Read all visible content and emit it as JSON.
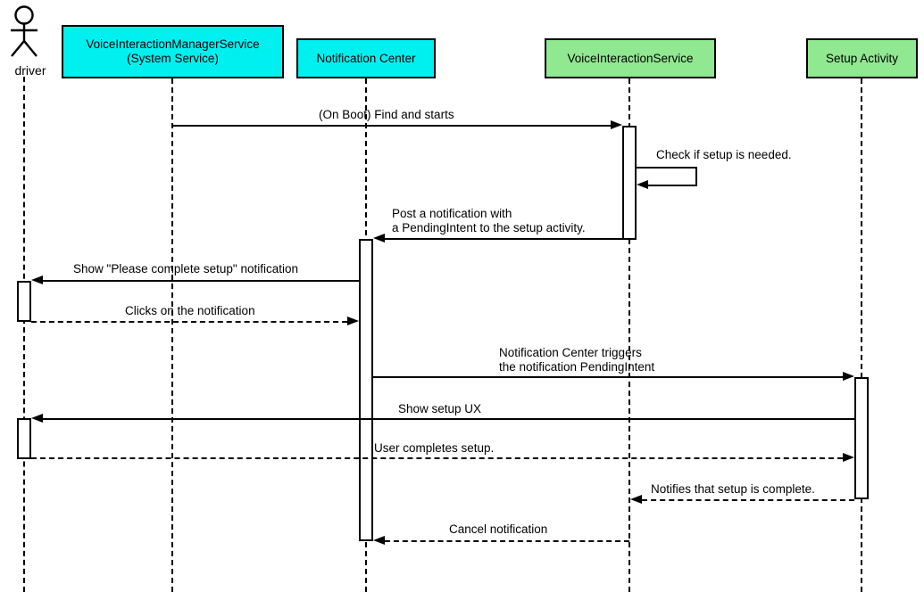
{
  "diagram": {
    "type": "uml-sequence-diagram",
    "colors": {
      "system_service_fill": "#00F0F0",
      "app_fill": "#90E890",
      "stroke": "#000000",
      "background": "#FFFFFF"
    },
    "participants": [
      {
        "id": "driver",
        "kind": "actor",
        "name": "driver"
      },
      {
        "id": "vims",
        "kind": "system-service",
        "name": "VoiceInteractionManagerService\n(System Service)"
      },
      {
        "id": "notification-center",
        "kind": "system-service",
        "name": "Notification Center"
      },
      {
        "id": "vis",
        "kind": "app-component",
        "name": "VoiceInteractionService"
      },
      {
        "id": "setup-activity",
        "kind": "app-component",
        "name": "Setup Activity"
      }
    ],
    "messages": [
      {
        "n": 1,
        "from": "vims",
        "to": "vis",
        "line": "solid",
        "label": "(On Boot) Find and starts"
      },
      {
        "n": 2,
        "from": "vis",
        "to": "vis",
        "line": "solid",
        "label": "Check if setup is needed."
      },
      {
        "n": 3,
        "from": "vis",
        "to": "notification-center",
        "line": "solid",
        "label": "Post a notification with\na PendingIntent to the setup activity."
      },
      {
        "n": 4,
        "from": "notification-center",
        "to": "driver",
        "line": "solid",
        "label": "Show \"Please complete setup\" notification"
      },
      {
        "n": 5,
        "from": "driver",
        "to": "notification-center",
        "line": "dashed",
        "label": "Clicks on the notification"
      },
      {
        "n": 6,
        "from": "notification-center",
        "to": "setup-activity",
        "line": "solid",
        "label": "Notification Center triggers\nthe notification PendingIntent"
      },
      {
        "n": 7,
        "from": "setup-activity",
        "to": "driver",
        "line": "solid",
        "label": "Show setup UX"
      },
      {
        "n": 8,
        "from": "driver",
        "to": "setup-activity",
        "line": "dashed",
        "label": "User completes setup."
      },
      {
        "n": 9,
        "from": "setup-activity",
        "to": "vis",
        "line": "dashed",
        "label": "Notifies that setup is complete."
      },
      {
        "n": 10,
        "from": "vis",
        "to": "notification-center",
        "line": "dashed",
        "label": "Cancel notification"
      }
    ]
  }
}
